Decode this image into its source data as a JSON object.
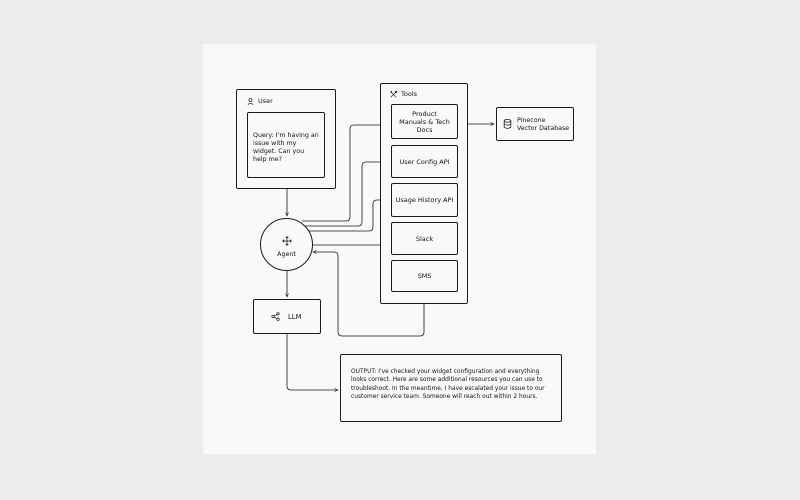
{
  "user": {
    "label": "User",
    "query": "Query: I'm having an issue with my widget. Can you help me?"
  },
  "agent": {
    "label": "Agent"
  },
  "llm": {
    "label": "LLM"
  },
  "tools": {
    "label": "Tools",
    "items": [
      {
        "label": "Product Manuals & Tech Docs"
      },
      {
        "label": "User Config API"
      },
      {
        "label": "Usage History API"
      },
      {
        "label": "Slack"
      },
      {
        "label": "SMS"
      }
    ]
  },
  "database": {
    "line1": "Pinecone",
    "line2": "Vector Database"
  },
  "output": {
    "text": "OUTPUT: I've checked your widget configuration and everything looks correct. Here are some additional resources you can use to troubleshoot. In the meantime, I have escalated your issue to our customer service team. Someone will reach out within 2 hours."
  },
  "colors": {
    "stroke": "#1a1a1a",
    "panel": "#f9f9f9",
    "backdrop": "#ececec"
  },
  "icons": [
    "user-icon",
    "tools-icon",
    "move-icon",
    "share-icon",
    "database-icon"
  ]
}
